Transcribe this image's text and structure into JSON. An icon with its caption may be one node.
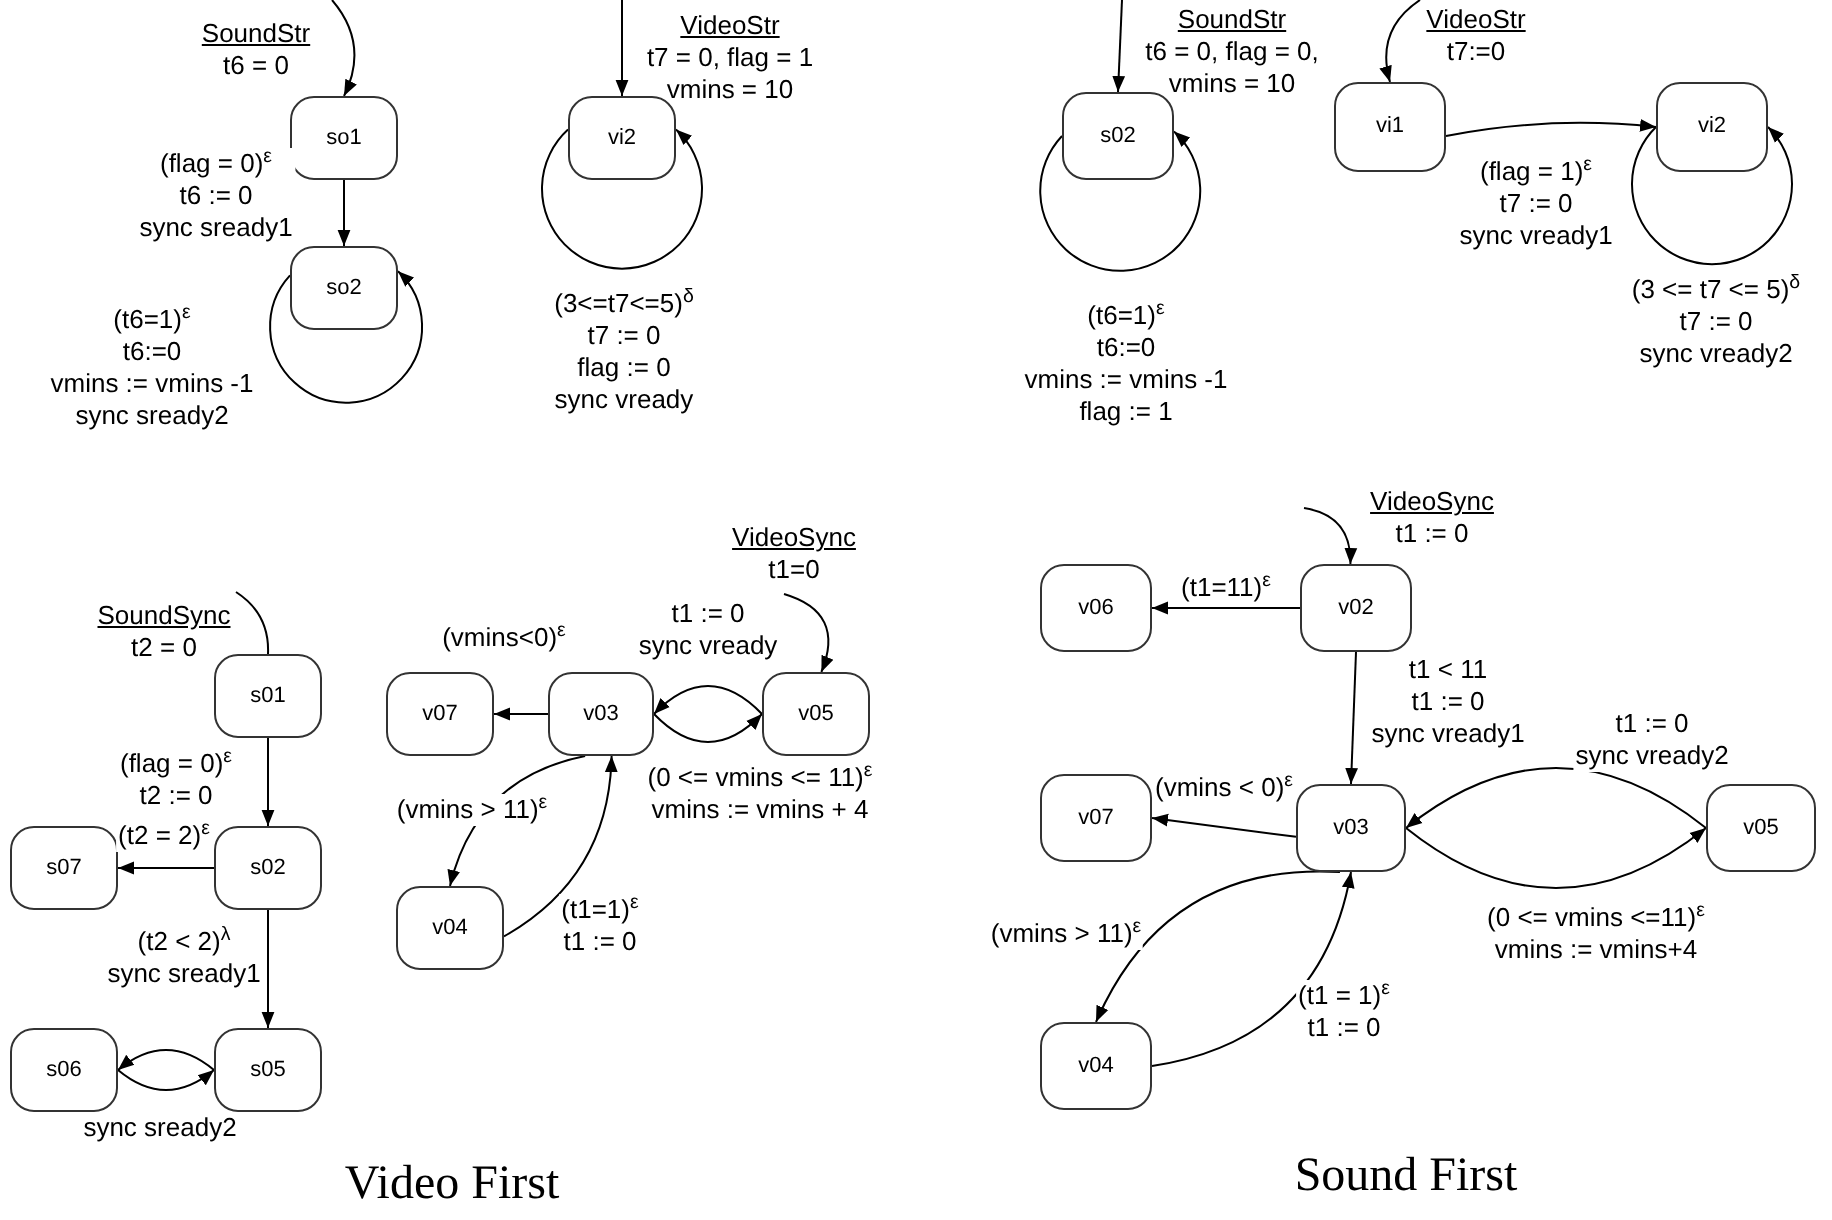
{
  "diagram": {
    "nodes": [
      {
        "text": [
          "so1"
        ],
        "beside": [
          "SoundStr",
          "t6 = 0"
        ]
      },
      {
        "text": [
          "so2"
        ]
      },
      {
        "text": [
          "vi2"
        ],
        "beside": [
          "VideoStr",
          "t7 = 0, flag = 1",
          "vmins = 10"
        ]
      },
      {
        "text": [
          "s02"
        ],
        "beside": [
          "SoundStr",
          "t6 = 0, flag = 0,",
          "vmins = 10"
        ]
      },
      {
        "text": [
          "vi1"
        ],
        "beside": [
          "VideoStr",
          "t7:=0"
        ]
      },
      {
        "text": [
          "vi2"
        ]
      },
      {
        "text": [
          "s01"
        ],
        "beside": [
          "SoundSync",
          "t2 = 0"
        ]
      },
      {
        "text": [
          "s07"
        ]
      },
      {
        "text": [
          "s02"
        ]
      },
      {
        "text": [
          "s06"
        ]
      },
      {
        "text": [
          "s05"
        ]
      },
      {
        "text": [
          "v07"
        ]
      },
      {
        "text": [
          "v03"
        ]
      },
      {
        "text": [
          "v05"
        ],
        "beside": [
          "VideoSync",
          "t1=0"
        ]
      },
      {
        "text": [
          "v04"
        ]
      },
      {
        "text": [
          "v06"
        ]
      },
      {
        "text": [
          "v02"
        ],
        "beside": [
          "VideoSync",
          "t1 := 0"
        ]
      },
      {
        "text": [
          "v07"
        ]
      },
      {
        "text": [
          "v03"
        ]
      },
      {
        "text": [
          "v05"
        ]
      },
      {
        "text": [
          "v04"
        ]
      }
    ],
    "edges": [
      {
        "from": null,
        "to": 0,
        "arrow": "to"
      },
      {
        "from": 0,
        "to": 1,
        "arrow": "to",
        "label": "(flag = 0)$^{ε}$ t6 := 0 sync sready1"
      },
      {
        "from": 1,
        "to": 1,
        "arrow": "to",
        "label": "(t6=1)$^{ε}$ t6:=0 vmins := vmins -1 sync sready2"
      },
      {
        "from": null,
        "to": 2,
        "arrow": "to"
      },
      {
        "from": 2,
        "to": 2,
        "arrow": "to",
        "label": "(3<=t7<=5)$^{δ}$ t7 := 0 flag := 0 sync vready"
      },
      {
        "from": null,
        "to": 3,
        "arrow": "to"
      },
      {
        "from": 3,
        "to": 3,
        "arrow": "to",
        "label": "(t6=1)$^{ε}$ t6:=0 vmins := vmins -1 flag := 1"
      },
      {
        "from": null,
        "to": 4,
        "arrow": "to"
      },
      {
        "from": 4,
        "to": 5,
        "arrow": "to",
        "label": "(flag = 1)$^{ε}$ t7 := 0 sync vready1"
      },
      {
        "from": 5,
        "to": 5,
        "arrow": "to",
        "label": "(3 <= t7 <= 5)$^{δ}$ t7 := 0 sync vready2"
      },
      {
        "from": null,
        "to": 6,
        "arrow": "none"
      },
      {
        "from": 6,
        "to": 8,
        "arrow": "to",
        "label": "(flag = 0)$^{ε}$ t2 := 0"
      },
      {
        "from": 8,
        "to": 7,
        "arrow": "to",
        "label": "(t2 = 2)$^{ε}$"
      },
      {
        "from": 8,
        "to": 10,
        "arrow": "to",
        "label": "(t2 < 2)$^{λ}$ sync sready1"
      },
      {
        "from": 10,
        "to": 9,
        "arrow": "to"
      },
      {
        "from": 9,
        "to": 10,
        "arrow": "to",
        "label": "sync sready2"
      },
      {
        "from": null,
        "to": 13,
        "arrow": "to"
      },
      {
        "from": 12,
        "to": 11,
        "arrow": "to",
        "label": "(vmins<0)$^{ε}$"
      },
      {
        "from": 13,
        "to": 12,
        "arrow": "to",
        "label": "t1 := 0 sync vready"
      },
      {
        "from": 12,
        "to": 13,
        "arrow": "to",
        "label": "(0 <= vmins <= 11)$^{ε}$ vmins := vmins + 4"
      },
      {
        "from": 12,
        "to": 14,
        "arrow": "to",
        "label": "(vmins > 11)$^{ε}$"
      },
      {
        "from": 14,
        "to": 12,
        "arrow": "to",
        "label": "(t1=1)$^{ε}$ t1 := 0"
      },
      {
        "from": null,
        "to": 16,
        "arrow": "to"
      },
      {
        "from": 16,
        "to": 15,
        "arrow": "to",
        "label": "(t1=11)$^{ε}$"
      },
      {
        "from": 16,
        "to": 18,
        "arrow": "to",
        "label": "t1 < 11 t1 := 0 sync vready1"
      },
      {
        "from": 18,
        "to": 17,
        "arrow": "to",
        "label": "(vmins < 0)$^{ε}$"
      },
      {
        "from": 19,
        "to": 18,
        "arrow": "to",
        "label": "t1 := 0 sync vready2"
      },
      {
        "from": 18,
        "to": 19,
        "arrow": "to",
        "label": "(0 <= vmins <=11)$^{ε}$ vmins := vmins+4"
      },
      {
        "from": 18,
        "to": 20,
        "arrow": "to",
        "label": "(vmins > 11)$^{ε}$"
      },
      {
        "from": 20,
        "to": 18,
        "arrow": "to",
        "label": "(t1 = 1)$^{ε}$ t1 := 0"
      }
    ],
    "labels": [
      "Video First",
      "Sound First"
    ]
  }
}
